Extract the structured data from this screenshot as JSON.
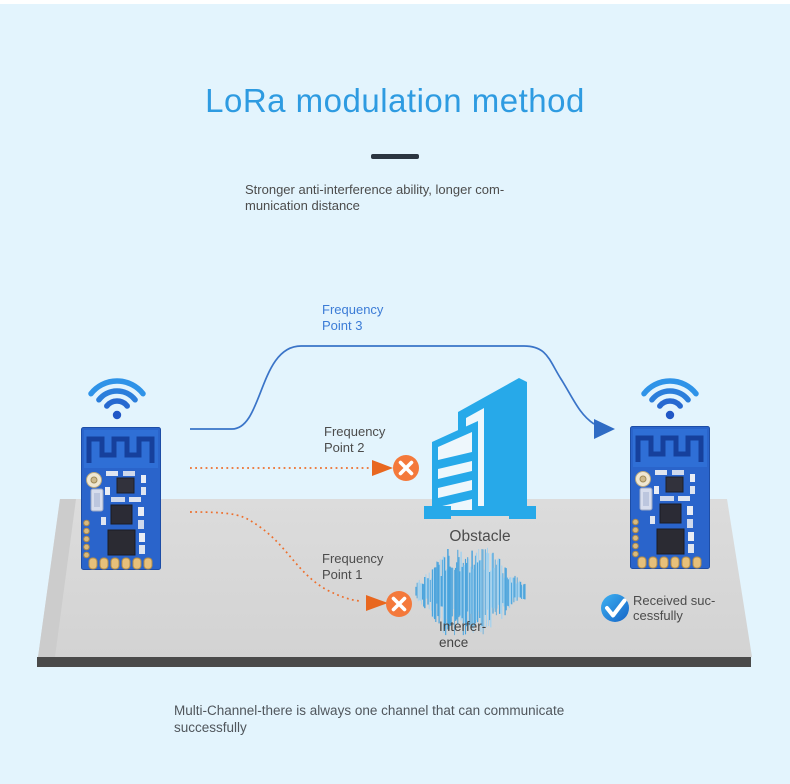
{
  "page": {
    "background": "#e3f4fd"
  },
  "header": {
    "title": "LoRa modulation method",
    "subtitle": "Stronger anti-interference ability, longer com-\nmunication distance"
  },
  "diagram": {
    "labels": {
      "frequency_point_3": "Frequency\nPoint 3",
      "frequency_point_2": "Frequency\nPoint 2",
      "frequency_point_1": "Frequency\nPoint 1",
      "obstacle": "Obstacle",
      "interference": "Interfer-\nence",
      "received": "Received suc-\ncessfully"
    },
    "icons": {
      "left_transmitter": "wifi-icon",
      "right_receiver": "wifi-icon",
      "blocked_marker": "x-circle-icon",
      "success_marker": "check-circle-icon"
    },
    "colors": {
      "title_blue": "#2e9be1",
      "path_blue": "#3a74c8",
      "label_blue": "#3c7cd6",
      "blocked_orange": "#ed6f2d",
      "building_cyan": "#27a9e9",
      "platform_gray": "#d9d9d9",
      "platform_edge_dark": "#4a4a4a",
      "text_gray": "#4c4c4c",
      "check_blue": "#1f7fd6"
    }
  },
  "footer": {
    "caption": "Multi-Channel-there is always one channel that can communicate\nsuccessfully"
  }
}
